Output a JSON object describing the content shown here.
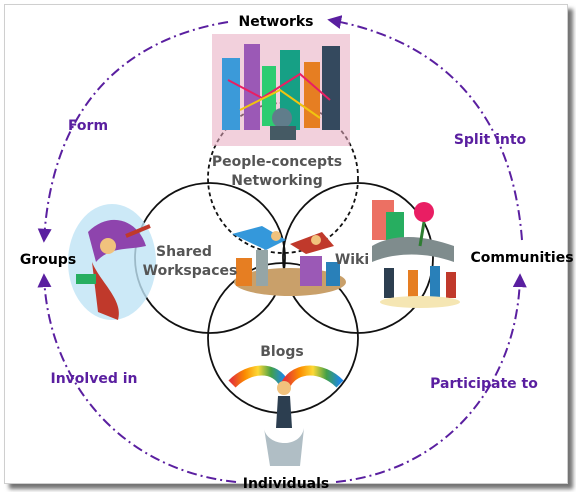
{
  "nodes": {
    "networks": "Networks",
    "groups": "Groups",
    "communities": "Communities",
    "individuals": "Individuals"
  },
  "relations": {
    "form": "Form",
    "split_into": "Split into",
    "involved_in": "Involved in",
    "participate_to": "Participate to"
  },
  "tools": {
    "people_concepts_line1": "People-concepts",
    "people_concepts_line2": "Networking",
    "shared_line1": "Shared",
    "shared_line2": "Workspaces",
    "wiki": "Wiki",
    "blogs": "Blogs"
  },
  "colors": {
    "cycle_arrow": "#5a1fa0",
    "relation_text": "#5a1fa0",
    "tool_text": "#555555"
  }
}
